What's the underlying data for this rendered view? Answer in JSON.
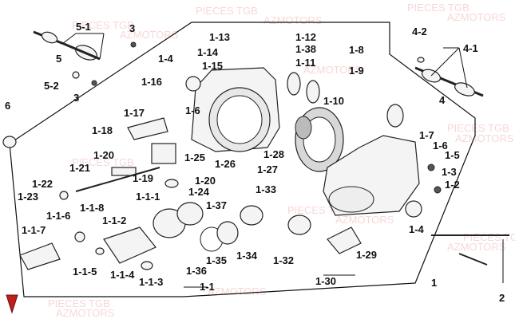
{
  "watermarks": [
    "PIECES TGB",
    "AZMOTORS"
  ],
  "callouts": {
    "c5_1": "5-1",
    "c5": "5",
    "c5_2": "5-2",
    "c3a": "3",
    "c3b": "3",
    "c6": "6",
    "c1_13": "1-13",
    "c1_14": "1-14",
    "c1_15": "1-15",
    "c1_12": "1-12",
    "c1_38": "1-38",
    "c1_11": "1-11",
    "c1_4a": "1-4",
    "c1_16": "1-16",
    "c1_17": "1-17",
    "c1_18": "1-18",
    "c1_6": "1-6",
    "c1_20a": "1-20",
    "c1_21": "1-21",
    "c1_19": "1-19",
    "c1_20b": "1-20",
    "c1_24": "1-24",
    "c1_22": "1-22",
    "c1_23": "1-23",
    "c1_25": "1-25",
    "c1_26": "1-26",
    "c1_27": "1-27",
    "c1_28": "1-28",
    "c1_8": "1-8",
    "c1_9": "1-9",
    "c1_10": "1-10",
    "c1_7": "1-7",
    "c1_5": "1-5",
    "c1_3": "1-3",
    "c1_2": "1-2",
    "c1_4b": "1-4",
    "c1_33": "1-33",
    "c1_37": "1-37",
    "c1_1_1": "1-1-1",
    "c1_1_6": "1-1-6",
    "c1_1_8": "1-1-8",
    "c1_1_7": "1-1-7",
    "c1_1_2": "1-1-2",
    "c1_1_5": "1-1-5",
    "c1_1_4": "1-1-4",
    "c1_1_3": "1-1-3",
    "c1_36": "1-36",
    "c1_35": "1-35",
    "c1_34": "1-34",
    "c1_32": "1-32",
    "c1_30": "1-30",
    "c1_29": "1-29",
    "c1_1": "1-1",
    "c1": "1",
    "c4_2": "4-2",
    "c4_1": "4-1",
    "c4": "4",
    "c2": "2"
  }
}
